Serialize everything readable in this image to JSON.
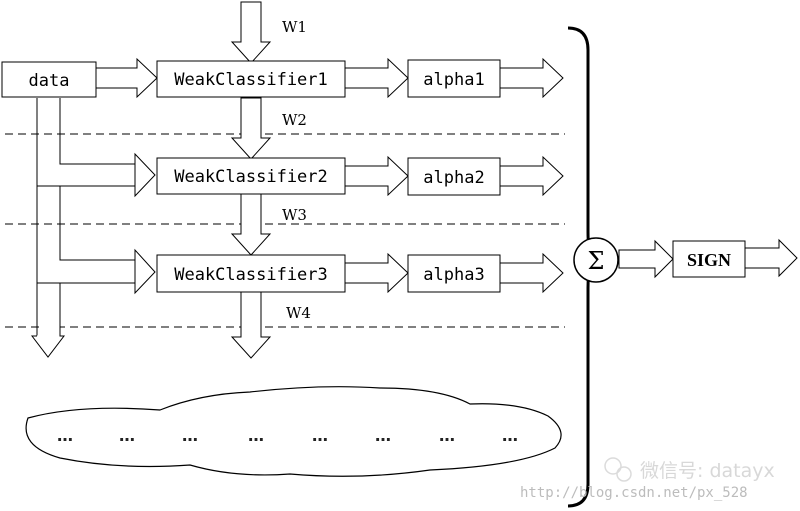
{
  "diagram": {
    "input_label": "data",
    "classifiers": [
      {
        "label": "WeakClassifier1",
        "alpha": "alpha1"
      },
      {
        "label": "WeakClassifier2",
        "alpha": "alpha2"
      },
      {
        "label": "WeakClassifier3",
        "alpha": "alpha3"
      }
    ],
    "weights": [
      "W1",
      "W2",
      "W3",
      "W4"
    ],
    "sum_symbol": "Σ",
    "sign_label": "SIGN",
    "continuation_dots": [
      "…",
      "…",
      "…",
      "…",
      "…",
      "…",
      "…",
      "…"
    ]
  },
  "watermark": {
    "account": "微信号: datayx",
    "url": "http://blog.csdn.net/px_528"
  }
}
